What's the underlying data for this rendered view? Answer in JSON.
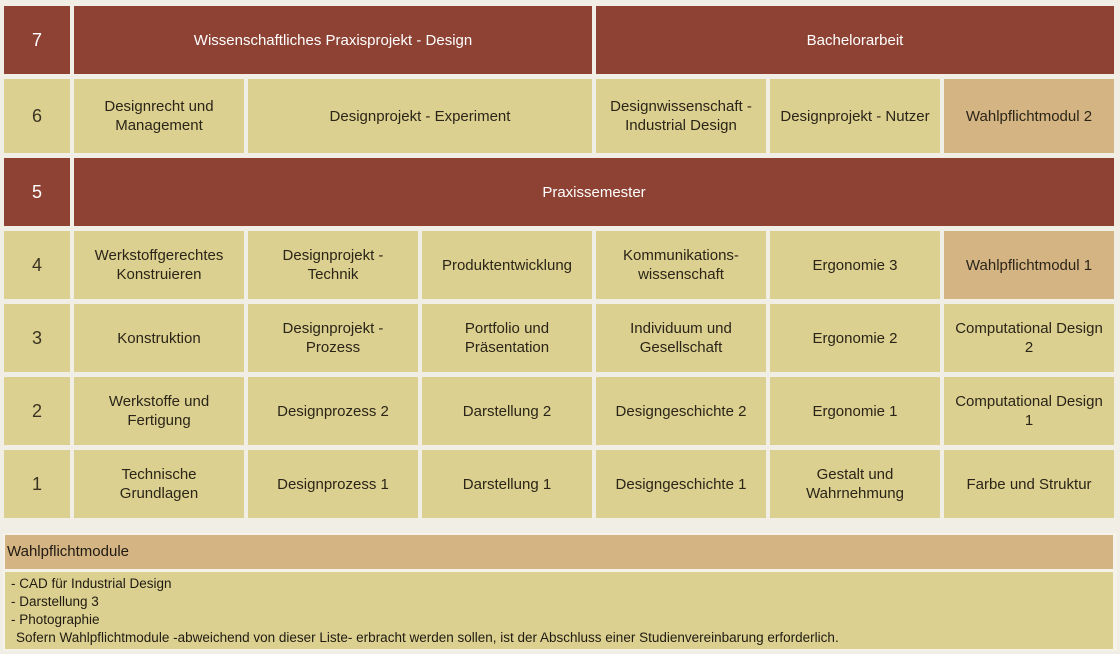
{
  "curriculum": {
    "semester_7": {
      "number": "7",
      "cells": [
        "Wissenschaftliches Praxisprojekt - Design",
        "Bachelorarbeit"
      ]
    },
    "semester_6": {
      "number": "6",
      "cells": [
        "Designrecht und Management",
        "Designprojekt - Experiment",
        "Designwissenschaft - Industrial Design",
        "Designprojekt - Nutzer",
        "Wahlpflichtmodul 2"
      ]
    },
    "semester_5": {
      "number": "5",
      "cells": [
        "Praxissemester"
      ]
    },
    "semester_4": {
      "number": "4",
      "cells": [
        "Werkstoffgerechtes Konstruieren",
        "Designprojekt - Technik",
        "Produktentwicklung",
        "Kommunikations-wissenschaft",
        "Ergonomie 3",
        "Wahlpflichtmodul 1"
      ]
    },
    "semester_3": {
      "number": "3",
      "cells": [
        "Konstruktion",
        "Designprojekt - Prozess",
        "Portfolio und Präsentation",
        "Individuum und Gesellschaft",
        "Ergonomie 2",
        "Computational Design 2"
      ]
    },
    "semester_2": {
      "number": "2",
      "cells": [
        "Werkstoffe und Fertigung",
        "Designprozess 2",
        "Darstellung 2",
        "Designgeschichte 2",
        "Ergonomie 1",
        "Computational Design 1"
      ]
    },
    "semester_1": {
      "number": "1",
      "cells": [
        "Technische Grundlagen",
        "Designprozess 1",
        "Darstellung 1",
        "Designgeschichte 1",
        "Gestalt und Wahrnehmung",
        "Farbe und Struktur"
      ]
    }
  },
  "electives": {
    "title": "Wahlpflichtmodule",
    "items": [
      "- CAD für Industrial Design",
      "- Darstellung 3",
      "- Photographie"
    ],
    "note": "Sofern Wahlpflichtmodule -abweichend von dieser Liste- erbracht werden sollen, ist der Abschluss einer Studienvereinbarung erforderlich."
  },
  "colors": {
    "brown": "#8e4234",
    "khaki": "#dcd090",
    "tan": "#d4b483",
    "background": "#f1eee6"
  }
}
